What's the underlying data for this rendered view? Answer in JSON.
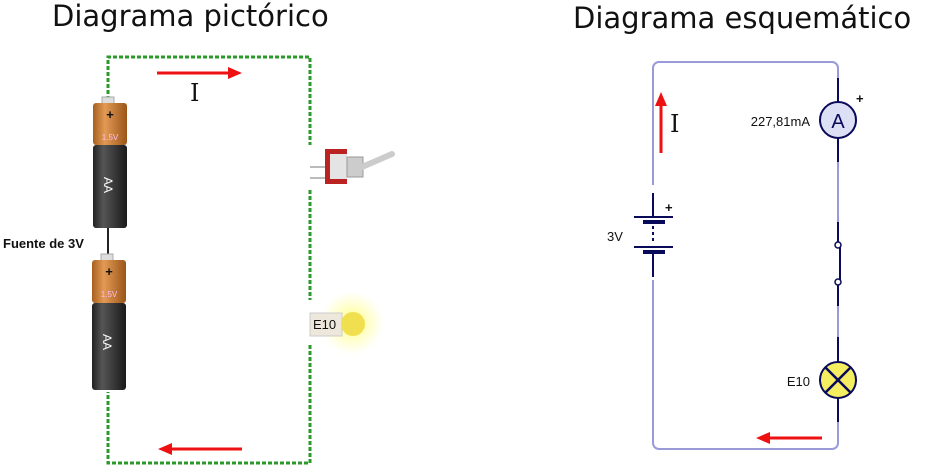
{
  "pictorial": {
    "title": "Diagrama pictórico",
    "current_label": "I",
    "source_label": "Fuente de 3V",
    "battery_voltage": "1.5V",
    "battery_type": "AA",
    "battery_plus": "+",
    "bulb_label": "E10",
    "wire_color": "#2a9a2a",
    "arrow_color": "#ee1111"
  },
  "schematic": {
    "title": "Diagrama esquemático",
    "current_label": "I",
    "ammeter_reading": "227,81mA",
    "ammeter_symbol": "A",
    "ammeter_plus": "+",
    "source_label": "3V",
    "source_plus": "+",
    "lamp_label": "E10",
    "wire_color": "#9a9ad8",
    "component_color": "#0a0a5a",
    "arrow_color": "#ee1111"
  }
}
